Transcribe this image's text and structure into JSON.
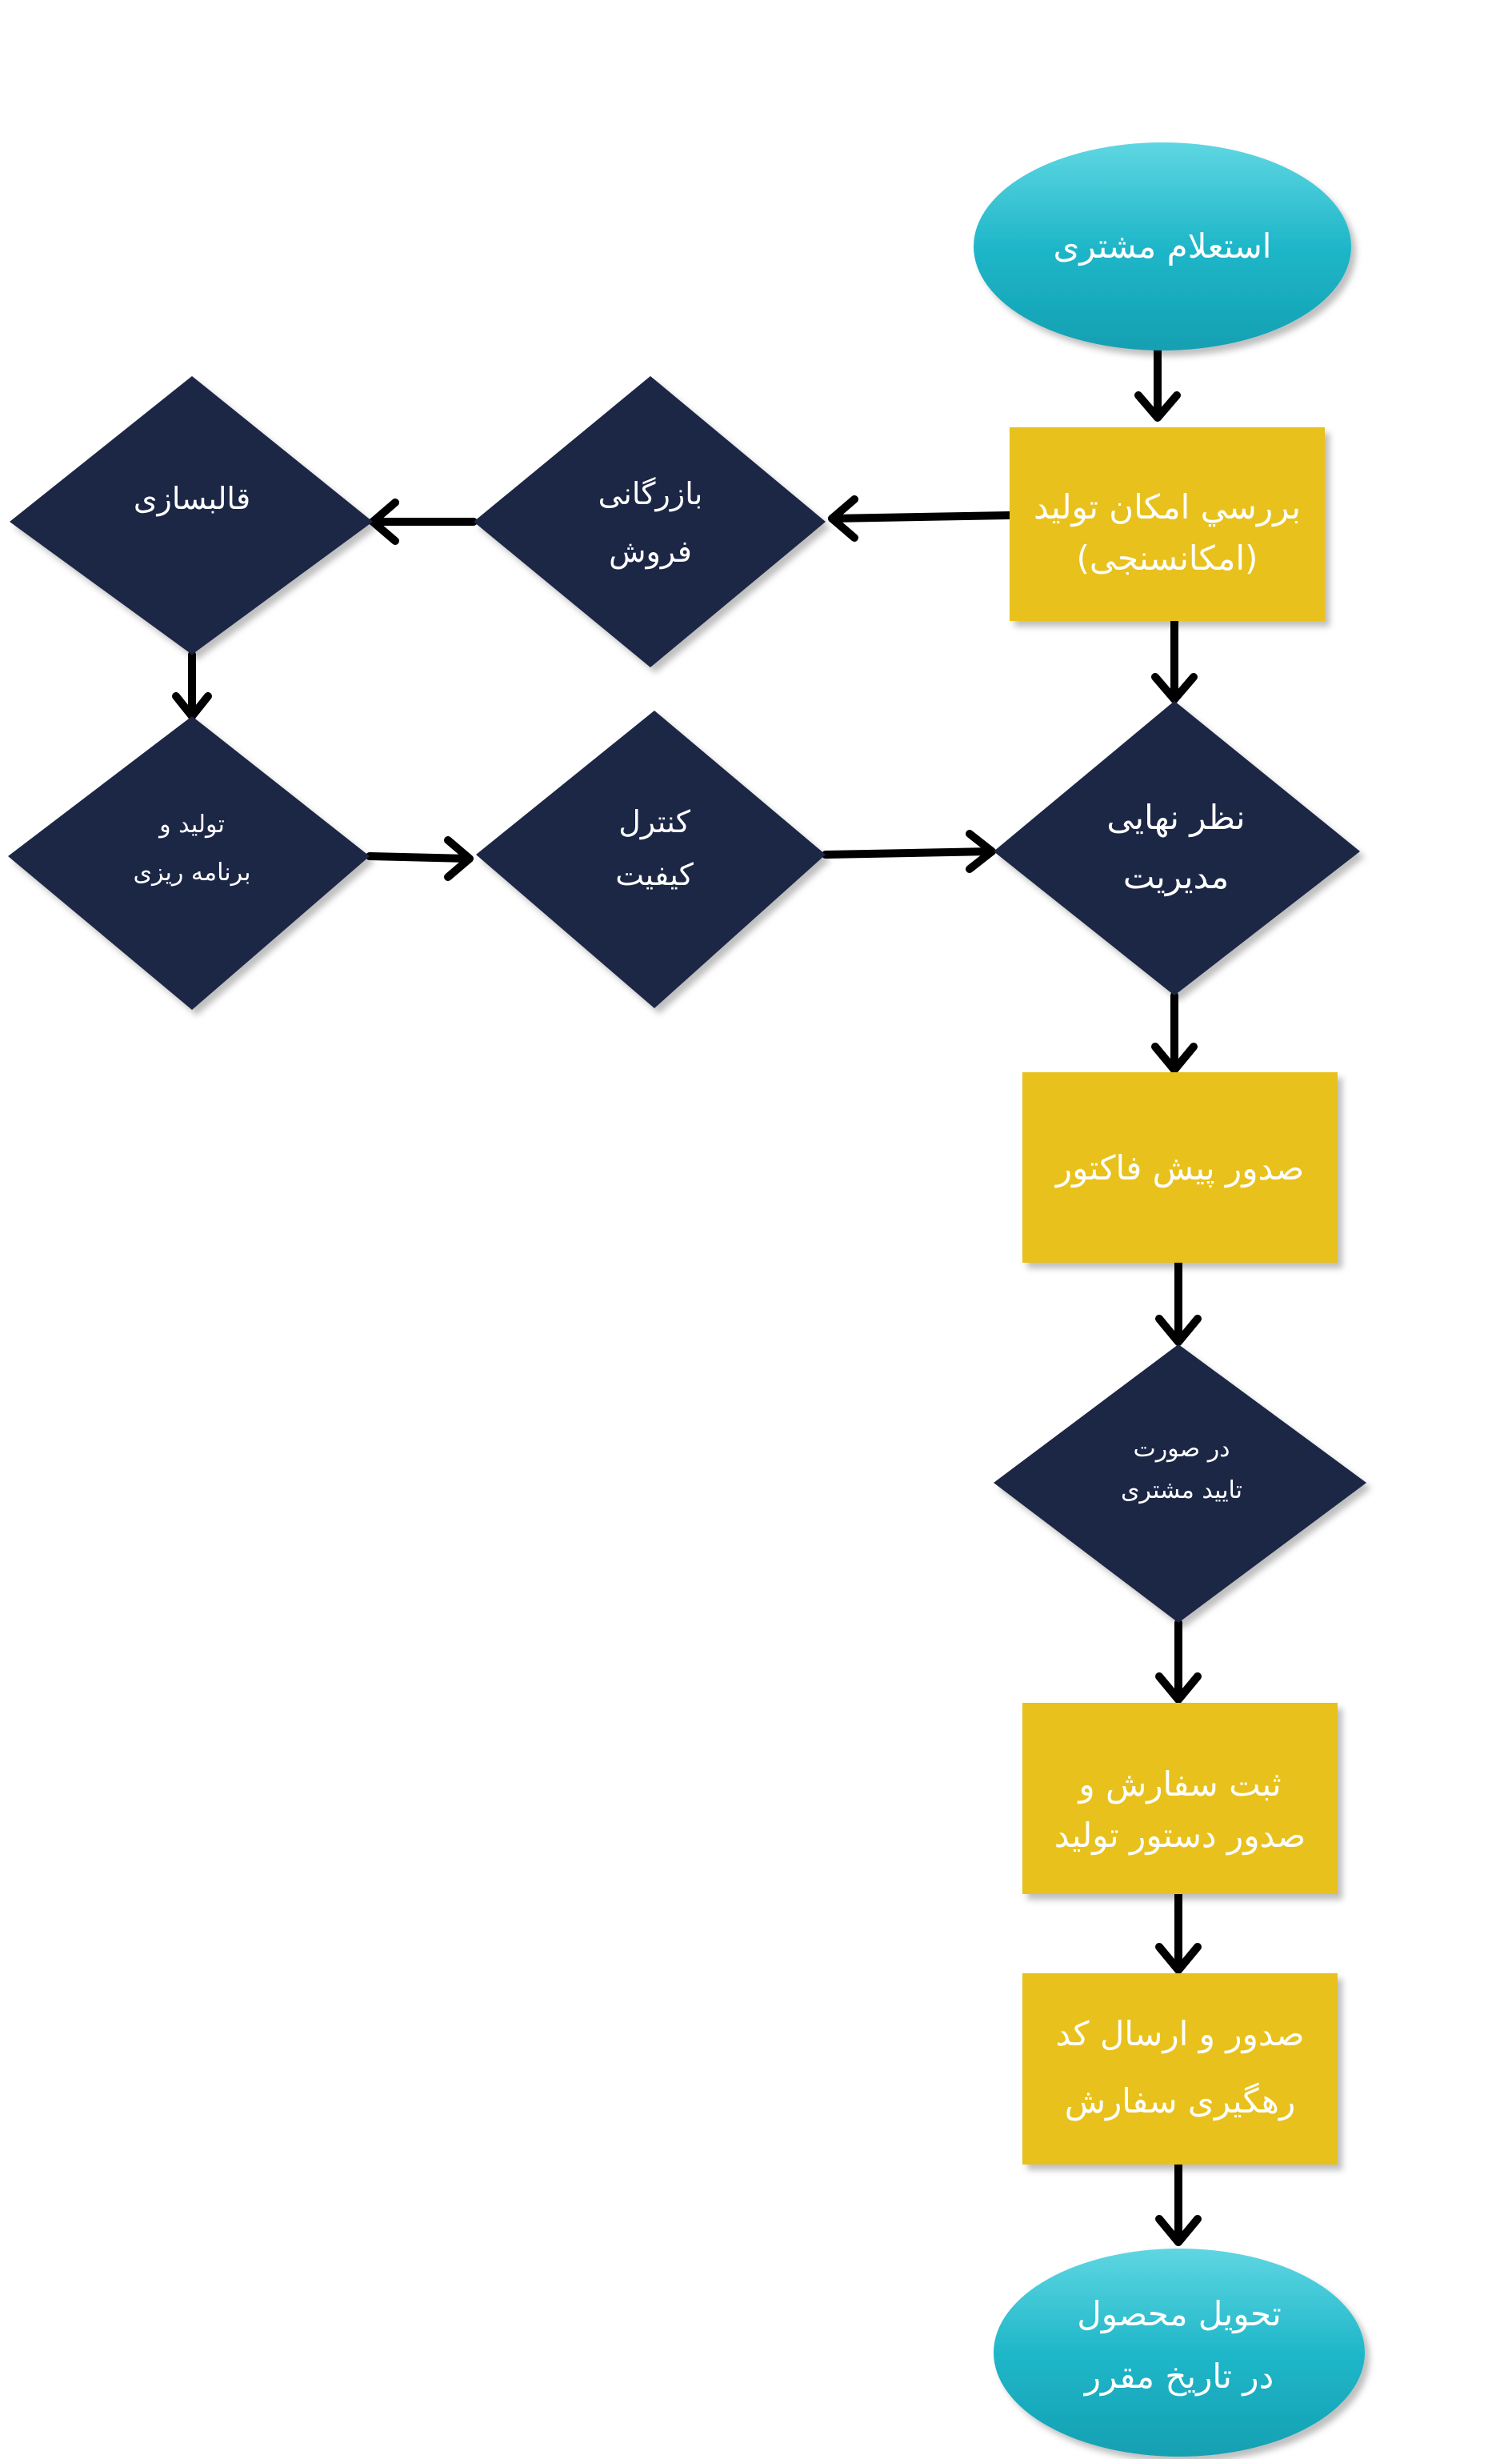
{
  "colors": {
    "process_box": "#E8C11C",
    "decision_diamond": "#1C2844",
    "terminal_ellipse": "#1FB7C9",
    "connector": "#000000",
    "label_text": "#FFFFFF"
  },
  "nodes": {
    "start": {
      "shape": "ellipse",
      "lines": [
        "استعلام مشتری"
      ]
    },
    "feasibility": {
      "shape": "rect",
      "lines": [
        "بررسي امكان توليد",
        "(امکانسنجی)"
      ]
    },
    "commerce": {
      "shape": "diamond",
      "lines": [
        "بازرگانی",
        "فروش"
      ]
    },
    "molding": {
      "shape": "diamond",
      "lines": [
        "قالبسازی"
      ]
    },
    "planning": {
      "shape": "diamond",
      "lines": [
        "تولید و",
        "برنامه ریزی"
      ]
    },
    "quality": {
      "shape": "diamond",
      "lines": [
        "کنترل",
        "کیفیت"
      ]
    },
    "management": {
      "shape": "diamond",
      "lines": [
        "نظر نهایی",
        "مدیریت"
      ]
    },
    "proforma": {
      "shape": "rect",
      "lines": [
        "صدور پیش فاکتور"
      ]
    },
    "approval": {
      "shape": "diamond",
      "lines": [
        "در صورت",
        "تایید مشتری"
      ]
    },
    "order": {
      "shape": "rect",
      "lines": [
        "ثبت سفارش و",
        "صدور دستور تولید"
      ]
    },
    "tracking": {
      "shape": "rect",
      "lines": [
        "صدور و ارسال کد",
        "رهگیری سفارش"
      ]
    },
    "delivery": {
      "shape": "ellipse",
      "lines": [
        "تحویل محصول",
        "در تاریخ مقرر"
      ]
    }
  },
  "edges": [
    {
      "from": "start",
      "to": "feasibility"
    },
    {
      "from": "feasibility",
      "to": "commerce"
    },
    {
      "from": "commerce",
      "to": "molding"
    },
    {
      "from": "molding",
      "to": "planning"
    },
    {
      "from": "planning",
      "to": "quality"
    },
    {
      "from": "quality",
      "to": "management"
    },
    {
      "from": "feasibility",
      "to": "management"
    },
    {
      "from": "management",
      "to": "proforma"
    },
    {
      "from": "proforma",
      "to": "approval"
    },
    {
      "from": "approval",
      "to": "order"
    },
    {
      "from": "order",
      "to": "tracking"
    },
    {
      "from": "tracking",
      "to": "delivery"
    }
  ]
}
